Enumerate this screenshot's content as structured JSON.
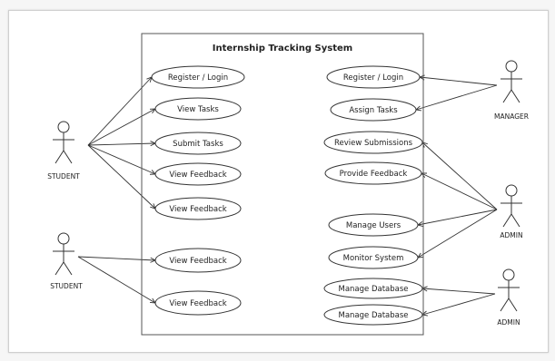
{
  "system": {
    "title": "Internship Tracking System"
  },
  "actors": [
    {
      "id": "student1",
      "label": "STUDENT"
    },
    {
      "id": "student2",
      "label": "STUDENT"
    },
    {
      "id": "manager",
      "label": "MANAGER"
    },
    {
      "id": "admin1",
      "label": "ADMIN"
    },
    {
      "id": "admin2",
      "label": "ADMIN"
    }
  ],
  "use_cases": [
    {
      "id": "l1",
      "label": "Register / Login"
    },
    {
      "id": "l2",
      "label": "View Tasks"
    },
    {
      "id": "l3",
      "label": "Submit Tasks"
    },
    {
      "id": "l4",
      "label": "View Feedback"
    },
    {
      "id": "l5",
      "label": "View Feedback"
    },
    {
      "id": "l6",
      "label": "View Feedback"
    },
    {
      "id": "l7",
      "label": "View Feedback"
    },
    {
      "id": "r1",
      "label": "Register / Login"
    },
    {
      "id": "r2",
      "label": "Assign Tasks"
    },
    {
      "id": "r3",
      "label": "Review Submissions"
    },
    {
      "id": "r4",
      "label": "Provide Feedback"
    },
    {
      "id": "r5",
      "label": "Manage Users"
    },
    {
      "id": "r6",
      "label": "Monitor System"
    },
    {
      "id": "r7",
      "label": "Manage Database"
    },
    {
      "id": "r8",
      "label": "Manage Database"
    }
  ],
  "associations": [
    [
      "student1",
      "l1"
    ],
    [
      "student1",
      "l2"
    ],
    [
      "student1",
      "l3"
    ],
    [
      "student1",
      "l4"
    ],
    [
      "student1",
      "l5"
    ],
    [
      "student2",
      "l6"
    ],
    [
      "student2",
      "l7"
    ],
    [
      "manager",
      "r1"
    ],
    [
      "manager",
      "r2"
    ],
    [
      "admin1",
      "r3"
    ],
    [
      "admin1",
      "r4"
    ],
    [
      "admin1",
      "r5"
    ],
    [
      "admin1",
      "r6"
    ],
    [
      "admin2",
      "r7"
    ],
    [
      "admin2",
      "r8"
    ]
  ]
}
